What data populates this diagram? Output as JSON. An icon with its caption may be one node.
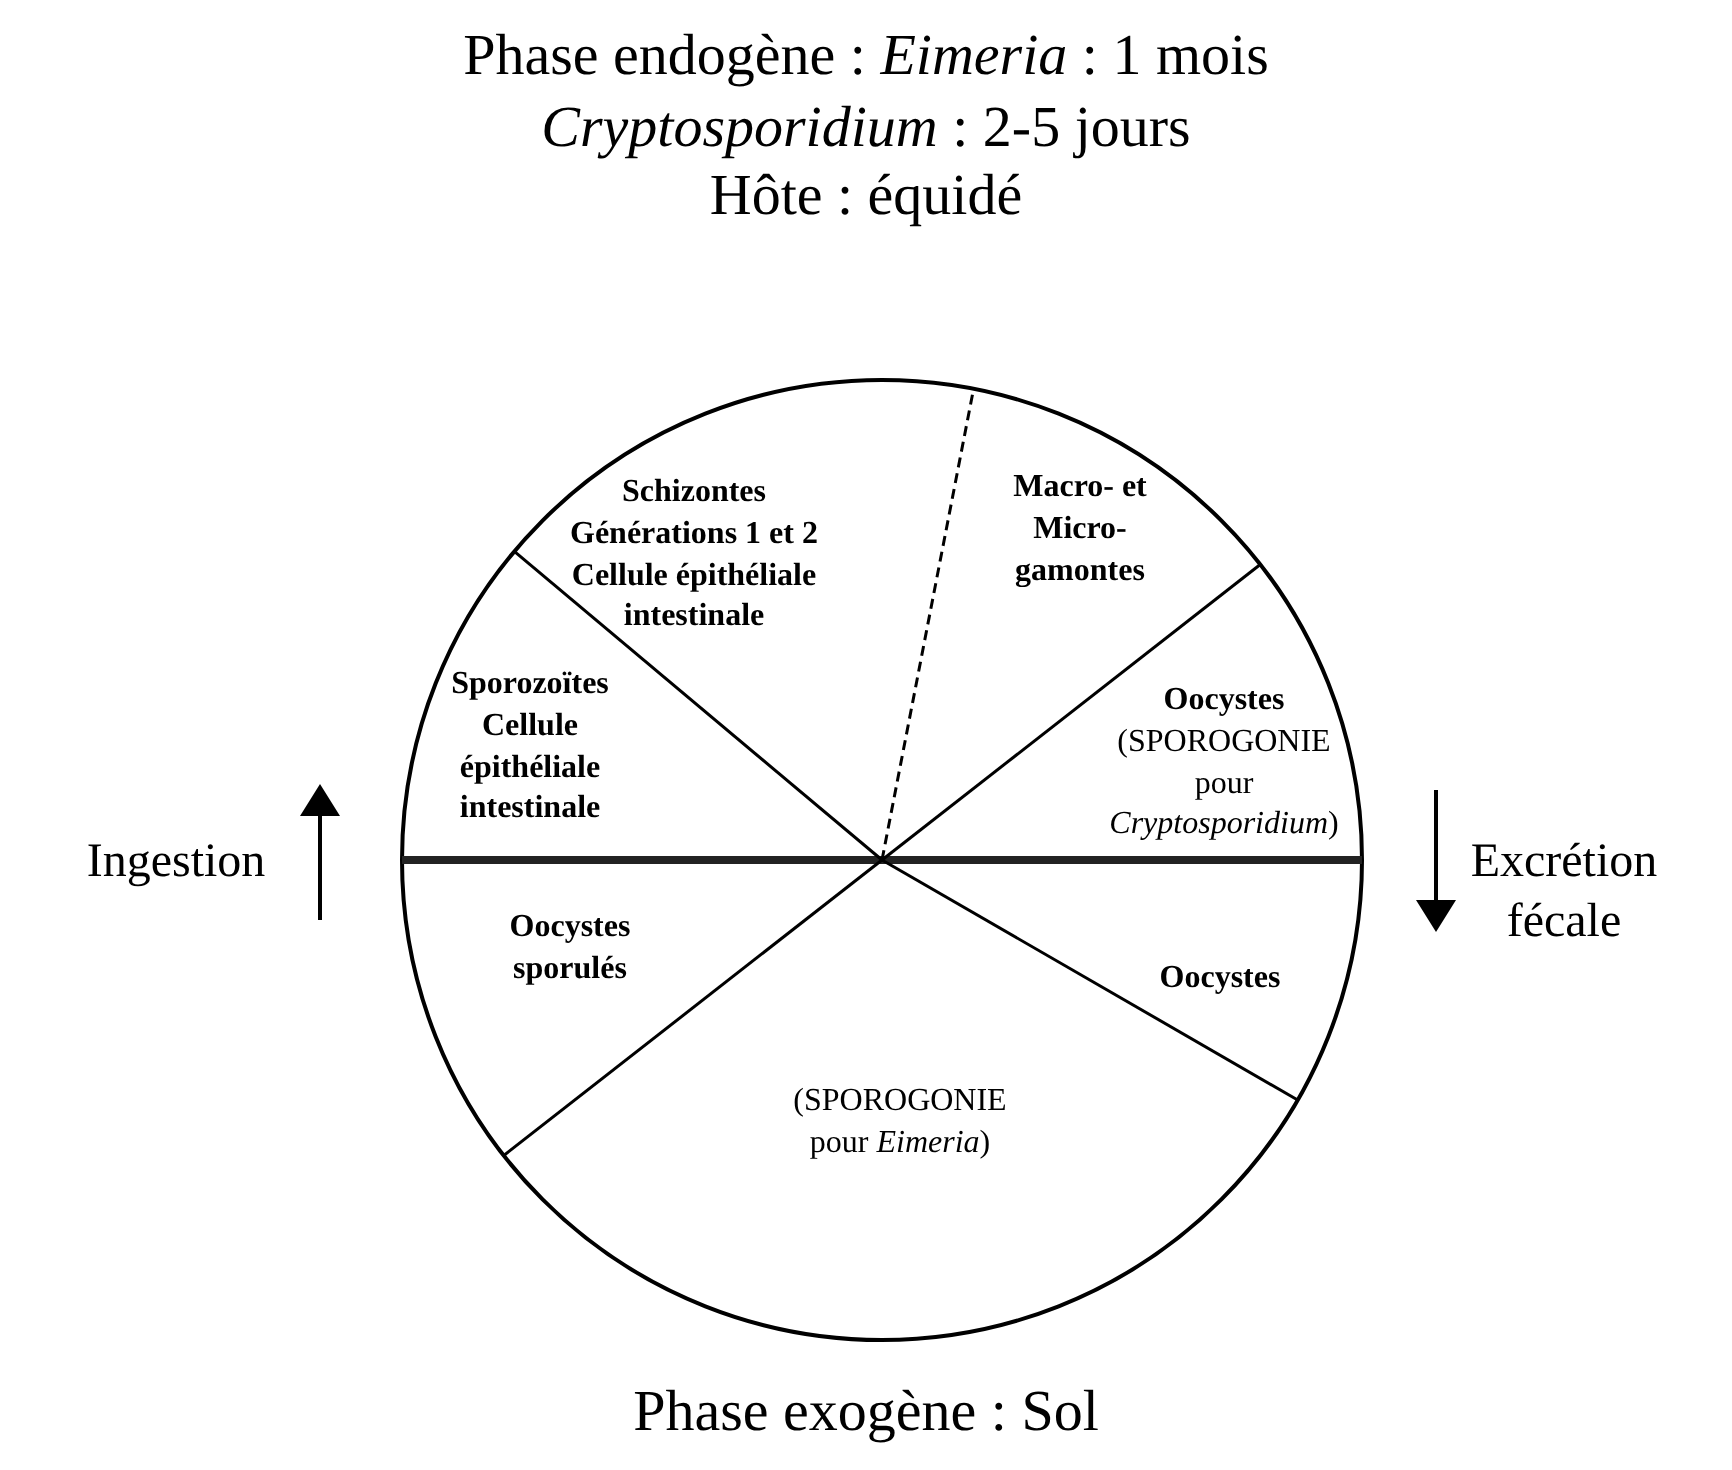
{
  "diagram": {
    "title": "Phase endogène : *Eimeria* : 1 mois",
    "nodes": [
      {
        "text": [
          "Schizontes Générations 1 et 2 Cellule épithéliale intestinale"
        ]
      },
      {
        "text": [
          "Macro- et Micro-gamontes"
        ]
      },
      {
        "text": [
          "Oocystes",
          "(SPOROGONIE pour *Cryptosporidium*)"
        ]
      },
      {
        "text": [
          "Oocystes"
        ]
      },
      {
        "text": [
          "(SPOROGONIE pour *Eimeria*)"
        ]
      },
      {
        "text": [
          "Oocystes sporulés"
        ]
      },
      {
        "text": [
          "Sporozoïtes Cellule épithéliale intestinale"
        ]
      }
    ],
    "labels": [
      "*Cryptosporidium* : 2-5 jours",
      "Hôte : équidé",
      "Ingestion",
      "Excrétion fécale",
      "Phase exogène : Sol"
    ]
  }
}
